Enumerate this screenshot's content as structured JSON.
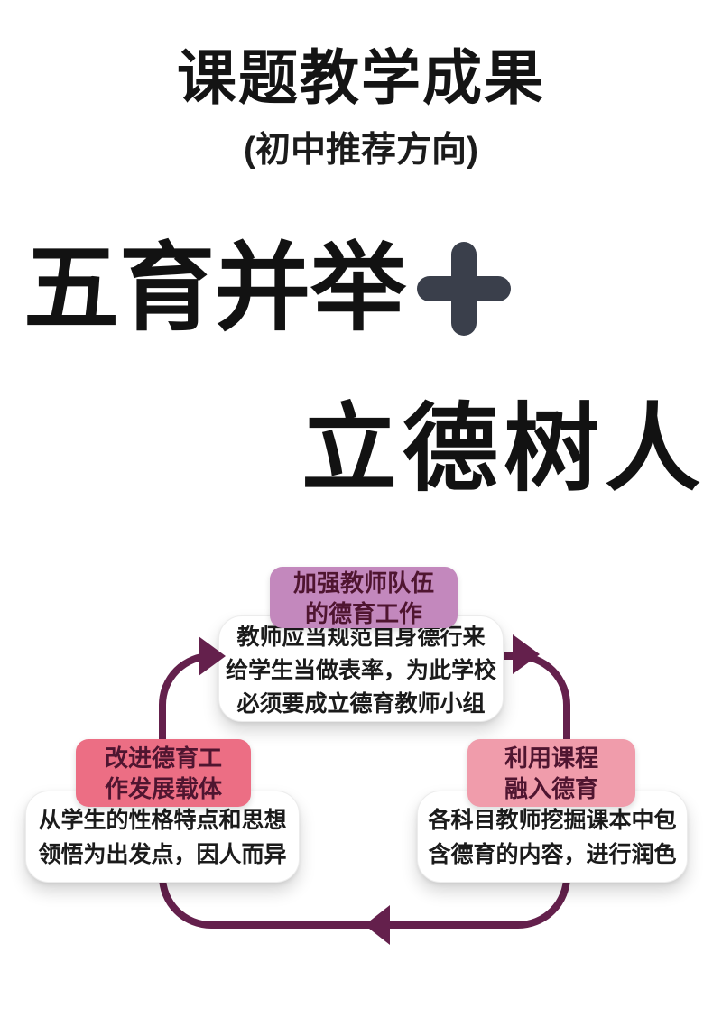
{
  "poster": {
    "title": "课题教学成果",
    "subtitle": "(初中推荐方向)",
    "headline": {
      "line1": "五育并举",
      "plus_icon": "plus-icon",
      "line2": "立德树人"
    }
  },
  "colors": {
    "top_header_bg": "#c388bd",
    "left_header_bg": "#ec6e84",
    "right_header_bg": "#f09cab",
    "header_text": "#4f1530",
    "arrow": "#64204c",
    "plus": "#3a3f4b",
    "text": "#1b1b1b"
  },
  "diagram": {
    "nodes": {
      "top": {
        "header_line1": "加强教师队伍",
        "header_line2": "的德育工作",
        "body_line1": "教师应当规范自身德行来",
        "body_line2": "给学生当做表率，为此学校",
        "body_line3": "必须要成立德育教师小组"
      },
      "left": {
        "header_line1": "改进德育工",
        "header_line2": "作发展载体",
        "body_line1": "从学生的性格特点和思想",
        "body_line2": "领悟为出发点，因人而异"
      },
      "right": {
        "header_line1": "利用课程",
        "header_line2": "融入德育",
        "body_line1": "各科目教师挖掘课本中包",
        "body_line2": "含德育的内容，进行润色"
      }
    }
  }
}
